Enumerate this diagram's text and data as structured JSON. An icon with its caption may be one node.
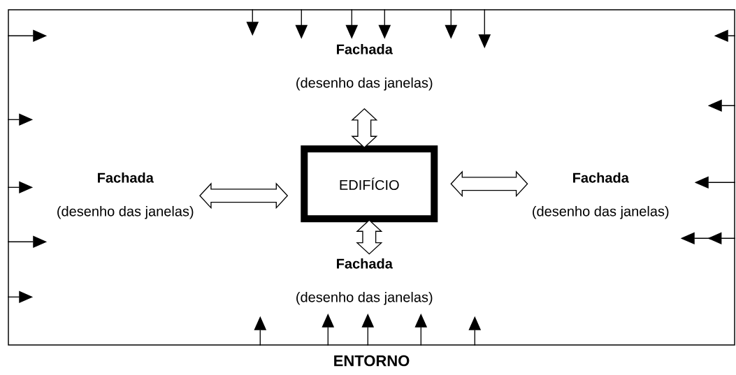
{
  "diagram": {
    "nodes": [
      {
        "text": [
          "ENTORNO"
        ]
      },
      {
        "text": [
          "Fachada",
          "(desenho das janelas)"
        ],
        "in": 0
      },
      {
        "text": [
          "Fachada",
          "(desenho das janelas)"
        ],
        "in": 0
      },
      {
        "text": [
          "EDIFÍCIO"
        ],
        "in": 0
      },
      {
        "text": [
          "Fachada",
          "(desenho das janelas)"
        ],
        "in": 0
      },
      {
        "text": [
          "Fachada",
          "(desenho das janelas)"
        ],
        "in": 0
      }
    ],
    "edges": [
      {
        "from": 1,
        "to": 3,
        "arrow": "both",
        "style": "thick"
      },
      {
        "from": 2,
        "to": 3,
        "arrow": "both",
        "style": "thick"
      },
      {
        "from": 3,
        "to": 4,
        "arrow": "both",
        "style": "thick"
      },
      {
        "from": 3,
        "to": 5,
        "arrow": "both",
        "style": "thick"
      },
      {
        "from": 0,
        "to": null,
        "arrow": "to"
      },
      {
        "from": 0,
        "to": 1,
        "arrow": "to"
      },
      {
        "from": 0,
        "to": 1,
        "arrow": "to"
      },
      {
        "from": 0,
        "to": 1,
        "arrow": "to"
      },
      {
        "from": 0,
        "to": 1,
        "arrow": "to"
      },
      {
        "from": 0,
        "to": null,
        "arrow": "to"
      },
      {
        "from": 0,
        "to": null,
        "arrow": "to"
      },
      {
        "from": 0,
        "to": null,
        "arrow": "to"
      },
      {
        "from": 0,
        "to": null,
        "arrow": "to"
      },
      {
        "from": 0,
        "to": null,
        "arrow": "to"
      },
      {
        "from": 0,
        "to": null,
        "arrow": "to"
      },
      {
        "from": 0,
        "to": null,
        "arrow": "to"
      },
      {
        "from": 0,
        "to": null,
        "arrow": "to"
      },
      {
        "from": 0,
        "to": null,
        "arrow": "to"
      },
      {
        "from": 0,
        "to": null,
        "arrow": "to"
      },
      {
        "from": 0,
        "to": null,
        "arrow": "to"
      },
      {
        "from": 0,
        "to": 5,
        "arrow": "to"
      },
      {
        "from": 0,
        "to": 5,
        "arrow": "to"
      },
      {
        "from": 0,
        "to": 5,
        "arrow": "to"
      },
      {
        "from": 0,
        "to": null,
        "arrow": "to"
      }
    ]
  }
}
